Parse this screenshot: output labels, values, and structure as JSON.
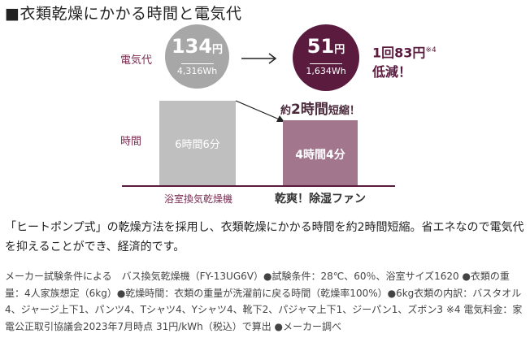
{
  "title": "■衣類乾燥にかかる時間と電気代",
  "labels": {
    "cost": "電気代",
    "time": "時間"
  },
  "before": {
    "price": "134",
    "unit": "円",
    "energy": "4,316Wh",
    "time": "6時間6分",
    "name": "浴室換気乾燥機"
  },
  "after": {
    "price": "51",
    "unit": "円",
    "energy": "1,634Wh",
    "time": "4時間4分",
    "name": "乾爽！除湿ファン"
  },
  "saving": {
    "line1": "1回83円",
    "note": "※4",
    "line2": "低減！"
  },
  "shortened": {
    "prefix": "約",
    "value": "2時間",
    "suffix": "短縮！"
  },
  "description": "「ヒートポンプ式」の乾燥方法を採用し、衣類乾燥にかかる時間を約2時間短縮。省エネなので電気代を抑えることができ、経済的です。",
  "notes": "メーカー試験条件による　バス換気乾燥機（FY-13UG6V）●試験条件：28℃、60％、浴室サイズ1620 ●衣類の重量：4人家族想定（6kg）●乾燥時間：衣類の重量が洗濯前に戻る時間（乾燥率100%）●6kg衣類の内訳：バスタオル4、ジャージ上下1、パンツ4、Tシャツ4、Yシャツ4、靴下2、パジャマ上下1、ジーパン1、ズボン3 ※4 電気料金：家電公正取引協議会2023年7月時点 31円/kWh（税込）で算出 ●メーカー調べ",
  "colors": {
    "accent": "#5a1b3e",
    "bar_after": "#a2778e",
    "bar_before": "#bfbfbf",
    "circle_before": "#a7a7a7"
  }
}
